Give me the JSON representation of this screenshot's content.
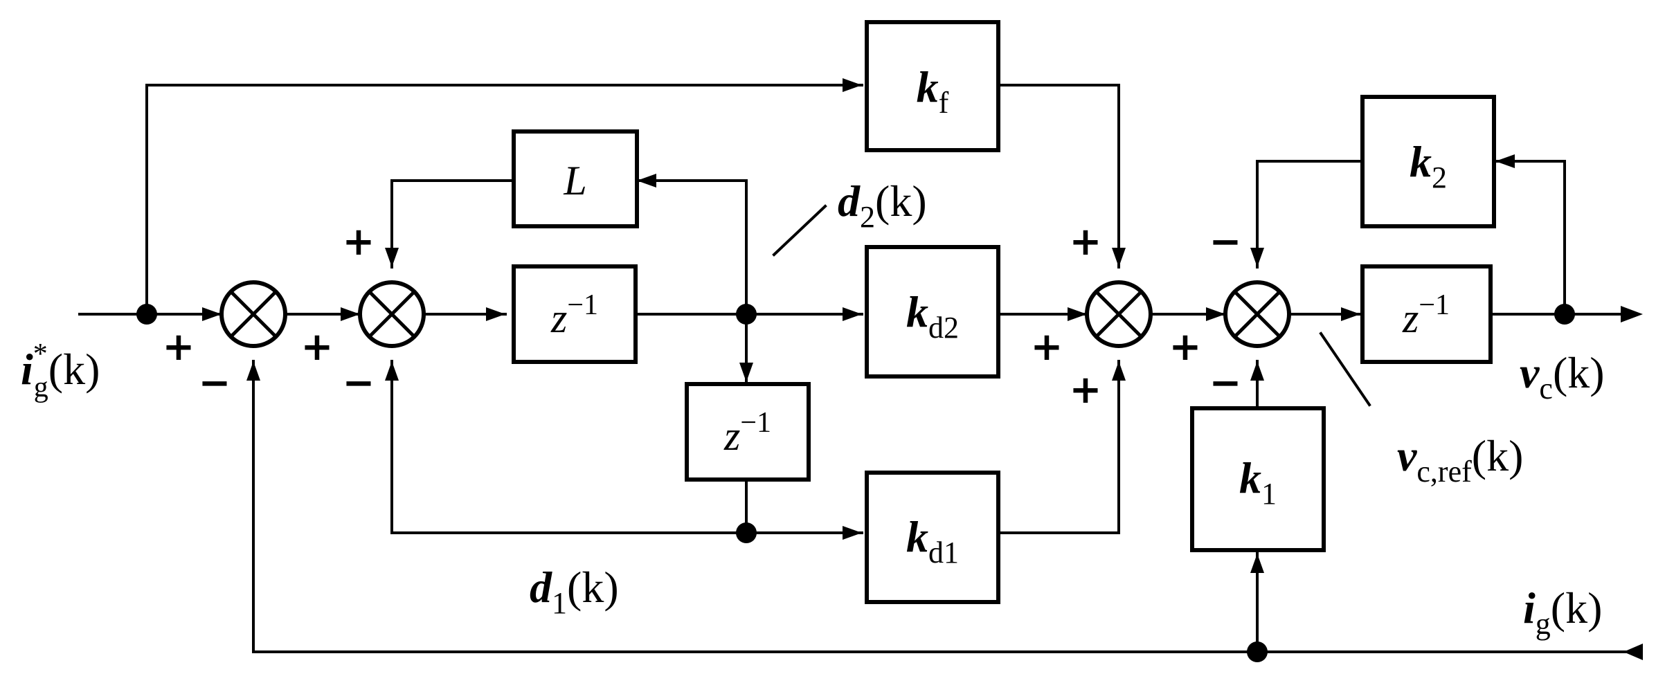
{
  "diagram": {
    "blocks": {
      "kf": {
        "name": "k",
        "sub": "f"
      },
      "L": {
        "name": "L"
      },
      "z1": {
        "name": "z",
        "sup": "−1"
      },
      "z2": {
        "name": "z",
        "sup": "−1"
      },
      "z3": {
        "name": "z",
        "sup": "−1"
      },
      "kd2": {
        "name": "k",
        "sub": "d2"
      },
      "kd1": {
        "name": "k",
        "sub": "d1"
      },
      "k1": {
        "name": "k",
        "sub": "1"
      },
      "k2": {
        "name": "k",
        "sub": "2"
      }
    },
    "signals": {
      "ig_ref": {
        "name": "i",
        "sub": "g",
        "sup": "*",
        "arg": "(k)"
      },
      "d2": {
        "name": "d",
        "sub": "2",
        "arg": "(k)"
      },
      "d1": {
        "name": "d",
        "sub": "1",
        "arg": "(k)"
      },
      "vc_ref": {
        "name": "v",
        "sub": "c,ref",
        "arg": "(k)"
      },
      "vc": {
        "name": "v",
        "sub": "c",
        "arg": "(k)"
      },
      "ig": {
        "name": "i",
        "sub": "g",
        "arg": "(k)"
      }
    },
    "signs": {
      "s1_in": "+",
      "s1_fb": "−",
      "s2_in": "+",
      "s2_top": "+",
      "s2_bot": "−",
      "s3_top": "+",
      "s3_in": "+",
      "s3_bot": "+",
      "s4_in": "+",
      "s4_top": "−",
      "s4_bot": "−"
    }
  }
}
